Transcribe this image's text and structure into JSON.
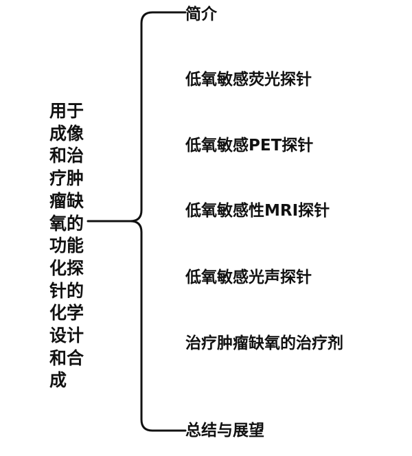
{
  "diagram": {
    "root": "用于成像和治疗肿瘤缺氧的功能化探针的化学设计和合成",
    "branches": [
      "简介",
      "低氧敏感荧光探针",
      "低氧敏感PET探针",
      "低氧敏感性MRI探针",
      "低氧敏感光声探针",
      "治疗肿瘤缺氧的治疗剂",
      "总结与展望"
    ],
    "line_color": "#111111"
  }
}
